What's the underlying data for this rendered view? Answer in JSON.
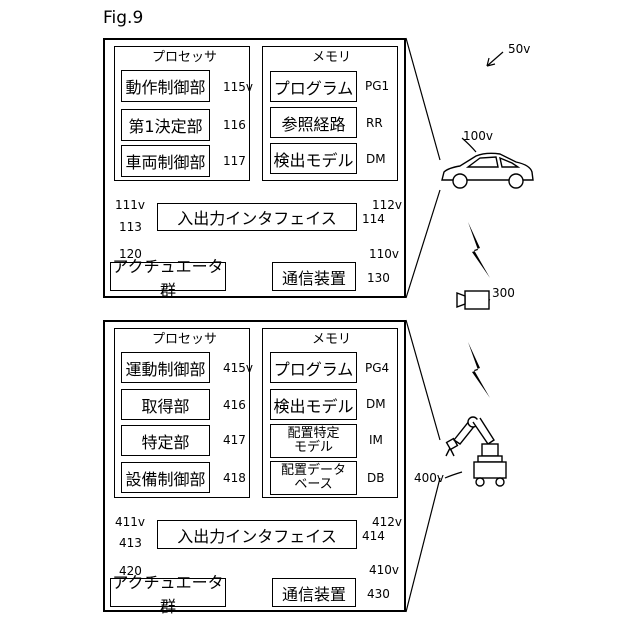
{
  "figure_label": "Fig.9",
  "system_ref": "50v",
  "vehicle_ref": "100v",
  "camera_ref": "300",
  "robot_ref": "400v",
  "top": {
    "processor": {
      "title": "プロセッサ",
      "units": [
        {
          "label": "動作制御部",
          "ref": "115v"
        },
        {
          "label": "第1決定部",
          "ref": "116"
        },
        {
          "label": "車両制御部",
          "ref": "117"
        }
      ]
    },
    "memory": {
      "title": "メモリ",
      "items": [
        {
          "label": "プログラム",
          "ref": "PG1"
        },
        {
          "label": "参照経路",
          "ref": "RR"
        },
        {
          "label": "検出モデル",
          "ref": "DM"
        }
      ]
    },
    "io": {
      "label": "入出力インタフェイス",
      "ref": "114"
    },
    "bus_left_ref": "111v",
    "bus_right_ref": "112v",
    "io_left_ref": "113",
    "controller_ref": "110v",
    "actuator": {
      "label": "アクチュエータ群",
      "ref": "120"
    },
    "comm": {
      "label": "通信装置",
      "ref": "130"
    }
  },
  "bottom": {
    "processor": {
      "title": "プロセッサ",
      "units": [
        {
          "label": "運動制御部",
          "ref": "415v"
        },
        {
          "label": "取得部",
          "ref": "416"
        },
        {
          "label": "特定部",
          "ref": "417"
        },
        {
          "label": "設備制御部",
          "ref": "418"
        }
      ]
    },
    "memory": {
      "title": "メモリ",
      "items": [
        {
          "label": "プログラム",
          "ref": "PG4"
        },
        {
          "label": "検出モデル",
          "ref": "DM"
        },
        {
          "label": "配置特定\nモデル",
          "ref": "IM"
        },
        {
          "label": "配置データ\nベース",
          "ref": "DB"
        }
      ]
    },
    "io": {
      "label": "入出力インタフェイス",
      "ref": "414"
    },
    "bus_left_ref": "411v",
    "bus_right_ref": "412v",
    "io_left_ref": "413",
    "controller_ref": "410v",
    "actuator": {
      "label": "アクチュエータ群",
      "ref": "420"
    },
    "comm": {
      "label": "通信装置",
      "ref": "430"
    }
  }
}
